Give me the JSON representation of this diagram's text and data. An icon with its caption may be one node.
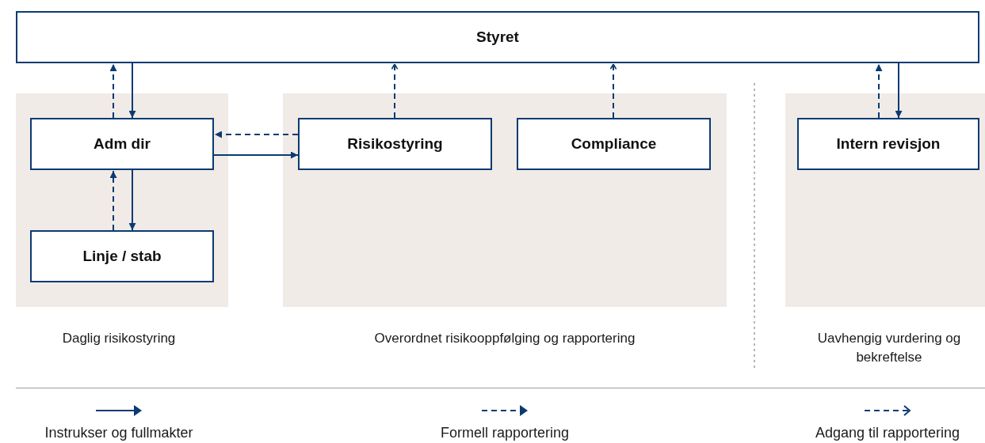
{
  "diagram": {
    "nodes": [
      {
        "text": [
          "Styret"
        ]
      },
      {
        "text": [],
        "shape": "box",
        "beside": [
          "Daglig risikostyring"
        ]
      },
      {
        "text": [
          "Adm dir"
        ],
        "in": 1
      },
      {
        "text": [
          "Linje / stab"
        ],
        "in": 1
      },
      {
        "text": [],
        "shape": "box",
        "beside": [
          "Overordnet risikooppfølging og rapportering"
        ]
      },
      {
        "text": [
          "Risikostyring"
        ],
        "in": 4
      },
      {
        "text": [
          "Compliance"
        ],
        "in": 4
      },
      {
        "text": [],
        "shape": "box",
        "beside": [
          "Uavhengig vurdering og bekreftelse"
        ]
      },
      {
        "text": [
          "Intern revisjon"
        ],
        "in": 7
      }
    ],
    "edges": [
      {
        "from": 0,
        "to": 2,
        "arrow": "to"
      },
      {
        "from": 2,
        "to": 0,
        "arrow": "to",
        "style": "dashed"
      },
      {
        "from": 2,
        "to": 3,
        "arrow": "to"
      },
      {
        "from": 3,
        "to": 2,
        "arrow": "to",
        "style": "dashed"
      },
      {
        "from": 2,
        "to": 5,
        "arrow": "to"
      },
      {
        "from": 5,
        "to": 2,
        "arrow": "to",
        "style": "dashed"
      },
      {
        "from": 5,
        "to": 0,
        "arrow": "to",
        "style": "dashed"
      },
      {
        "from": 6,
        "to": 0,
        "arrow": "to",
        "style": "dashed"
      },
      {
        "from": 0,
        "to": 8,
        "arrow": "to"
      },
      {
        "from": 8,
        "to": 0,
        "arrow": "to",
        "style": "dashed"
      }
    ],
    "legend": [
      {
        "text": "Instrukser og fullmakter"
      },
      {
        "text": "Formell rapportering"
      },
      {
        "text": "Adgang til rapportering"
      }
    ]
  }
}
